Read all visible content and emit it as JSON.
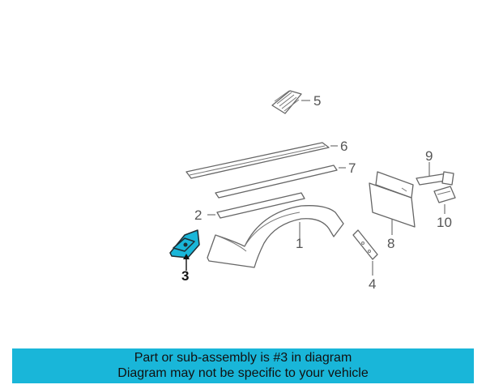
{
  "diagram": {
    "callouts": [
      {
        "id": "1",
        "label": "1"
      },
      {
        "id": "2",
        "label": "2"
      },
      {
        "id": "3",
        "label": "3",
        "highlighted": true
      },
      {
        "id": "4",
        "label": "4"
      },
      {
        "id": "5",
        "label": "5"
      },
      {
        "id": "6",
        "label": "6"
      },
      {
        "id": "7",
        "label": "7"
      },
      {
        "id": "8",
        "label": "8"
      },
      {
        "id": "9",
        "label": "9"
      },
      {
        "id": "10",
        "label": "10"
      }
    ],
    "highlight_color": "#19b6d9"
  },
  "banner": {
    "line1": "Part or sub-assembly is #3 in diagram",
    "line2": "Diagram may not be specific to your vehicle",
    "background": "#19b6d9"
  }
}
